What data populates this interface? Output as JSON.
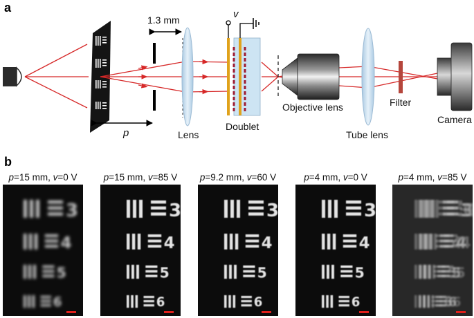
{
  "panel_a": {
    "letter": "a",
    "distance_label": "1.3 mm",
    "voltage_label": "v",
    "p_label": "p",
    "labels": {
      "lens": "Lens",
      "doublet": "Doublet",
      "objective": "Objective lens",
      "tube": "Tube lens",
      "filter": "Filter",
      "camera": "Camera"
    },
    "colors": {
      "ray": "#d62828",
      "lens": "#c9dff0",
      "gold": "#e0a21b",
      "dots": "#9e1b32",
      "filter": "#b5463c"
    }
  },
  "panel_b": {
    "letter": "b",
    "images": [
      {
        "p_sym": "p",
        "p_val": "=15 mm, ",
        "v_sym": "v",
        "v_val": "=0 V",
        "sharp": false,
        "ghost": false
      },
      {
        "p_sym": "p",
        "p_val": "=15 mm, ",
        "v_sym": "v",
        "v_val": "=85 V",
        "sharp": true,
        "ghost": false
      },
      {
        "p_sym": "p",
        "p_val": "=9.2 mm, ",
        "v_sym": "v",
        "v_val": "=60 V",
        "sharp": true,
        "ghost": false
      },
      {
        "p_sym": "p",
        "p_val": "=4 mm, ",
        "v_sym": "v",
        "v_val": "=0 V",
        "sharp": true,
        "ghost": false
      },
      {
        "p_sym": "p",
        "p_val": "=4 mm, ",
        "v_sym": "v",
        "v_val": "=85 V",
        "sharp": false,
        "ghost": true
      }
    ],
    "group_numbers": [
      "3",
      "4",
      "5",
      "6"
    ],
    "scalebar_color": "#e0201b"
  }
}
